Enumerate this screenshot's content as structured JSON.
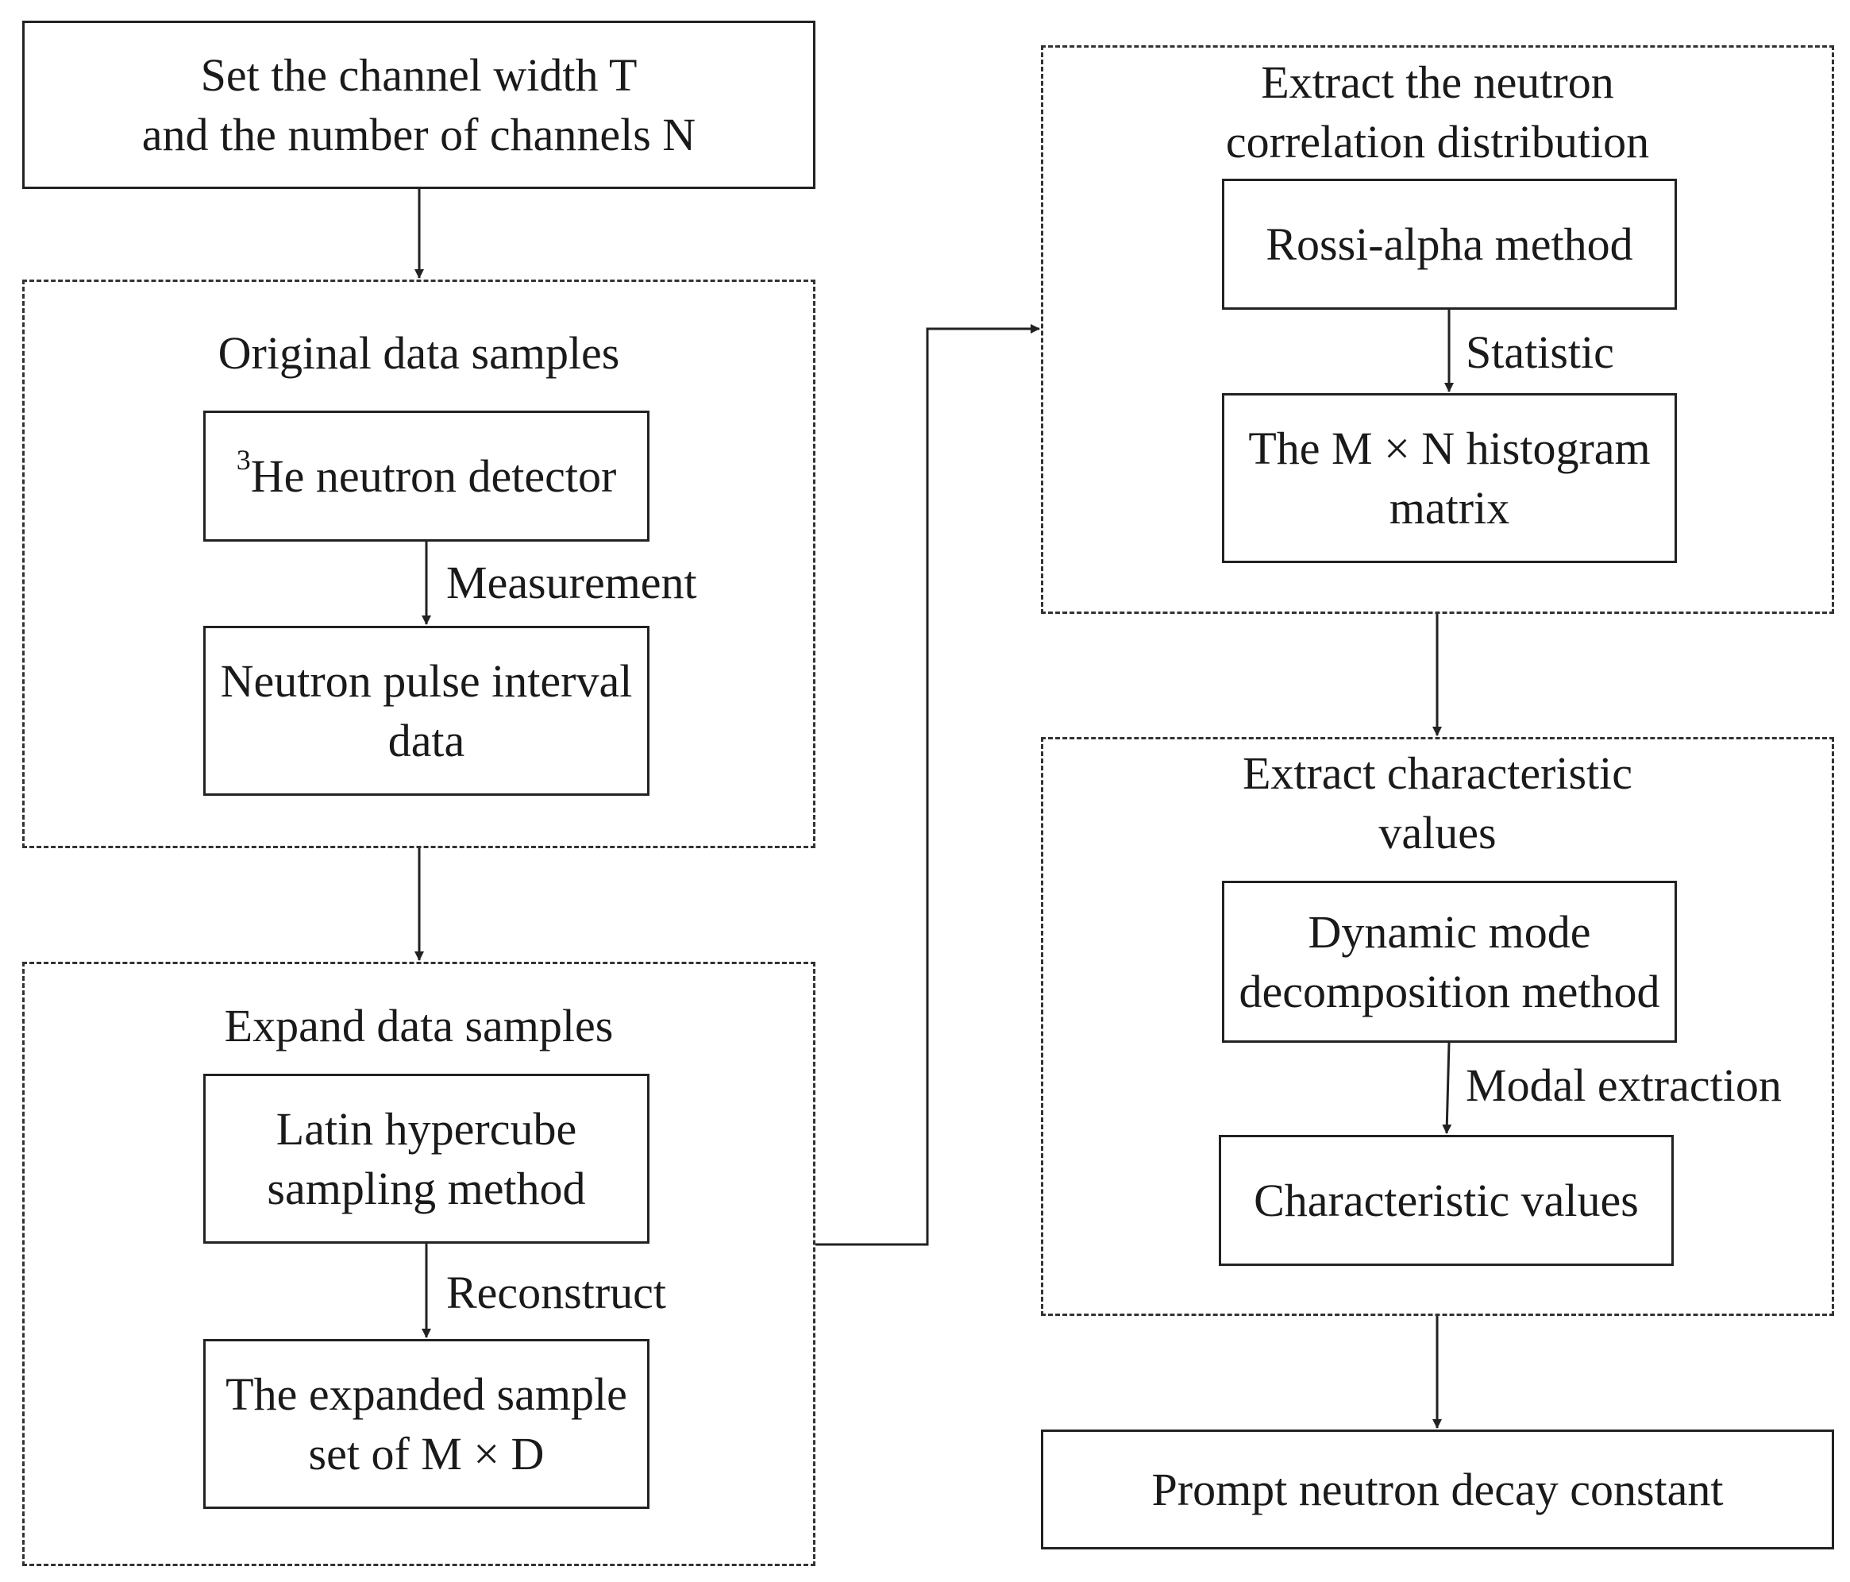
{
  "nodes": {
    "set_channel": {
      "line1": "Set the channel width T",
      "line2": "and the number of channels N"
    },
    "he3_detector": {
      "superscript": "3",
      "label": "He neutron detector"
    },
    "pulse_interval": {
      "line1": "Neutron pulse interval",
      "line2": "data"
    },
    "latin_hypercube": {
      "line1": "Latin hypercube",
      "line2": "sampling method"
    },
    "expanded_set": {
      "line1": "The expanded sample",
      "line2": "set of M × D"
    },
    "rossi_alpha": {
      "label": "Rossi-alpha method"
    },
    "histogram": {
      "line1": "The M × N histogram",
      "line2": "matrix"
    },
    "dmd": {
      "line1": "Dynamic mode",
      "line2": "decomposition method"
    },
    "char_values": {
      "label": "Characteristic values"
    },
    "prompt_decay": {
      "label": "Prompt neutron decay constant"
    }
  },
  "groups": {
    "original": {
      "title": "Original data samples"
    },
    "expand": {
      "title": "Expand data samples"
    },
    "correlation": {
      "line1": "Extract the neutron",
      "line2": "correlation distribution"
    },
    "characteristic": {
      "line1": "Extract characteristic",
      "line2": "values"
    }
  },
  "edges": {
    "measurement": "Measurement",
    "reconstruct": "Reconstruct",
    "statistic": "Statistic",
    "modal_extraction": "Modal extraction"
  },
  "colors": {
    "stroke": "#222222",
    "text": "#1a1a1a",
    "background": "#ffffff"
  }
}
